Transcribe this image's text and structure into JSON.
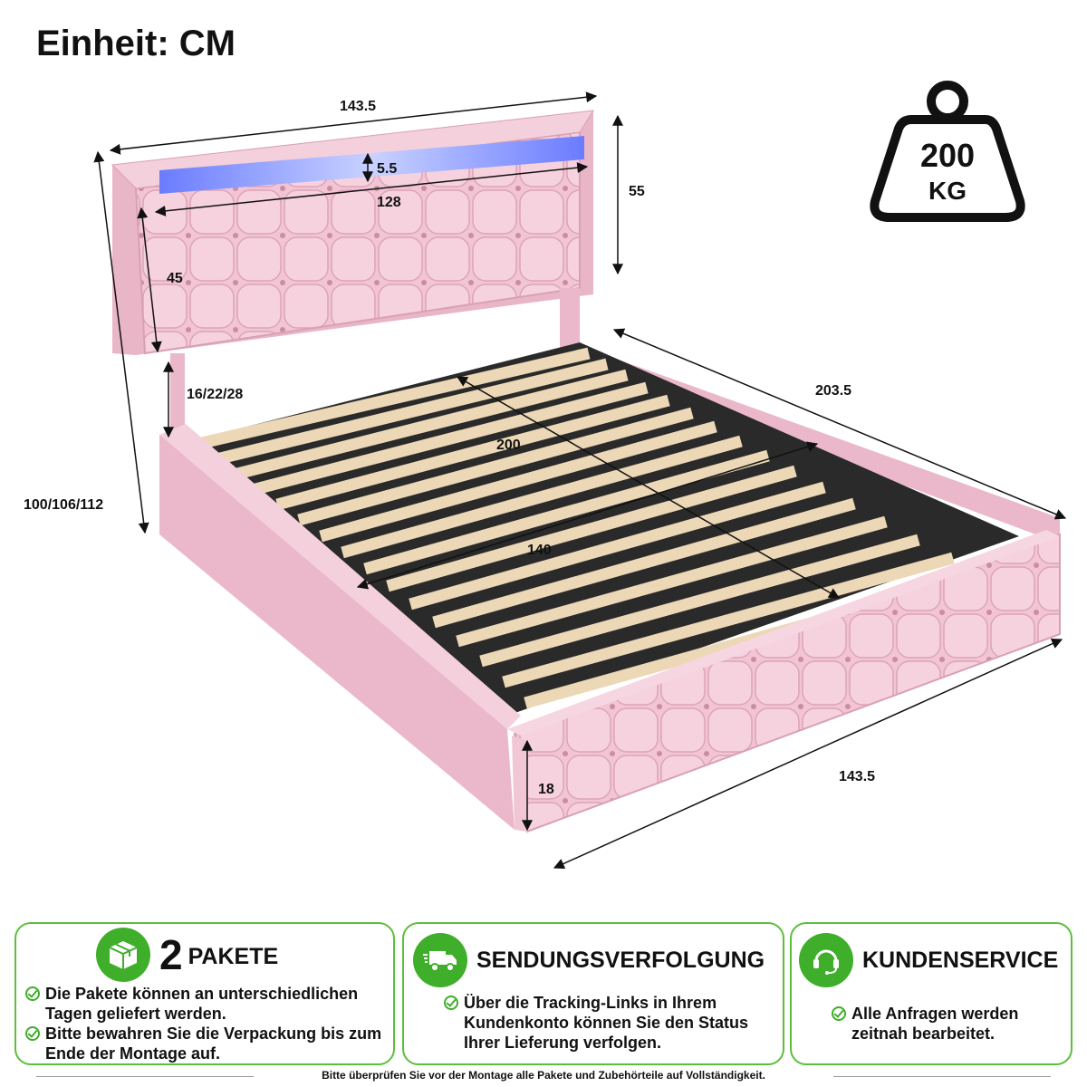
{
  "unit_label": "Einheit: CM",
  "dimensions": {
    "headboard_width": "143.5",
    "headboard_height": "55",
    "led_strip_height": "5.5",
    "led_strip_width": "128",
    "headboard_panel_height": "45",
    "leg_clearance": "16/22/28",
    "total_height": "100/106/112",
    "total_length": "203.5",
    "mattress_length": "200",
    "mattress_width": "140",
    "frame_height": "18",
    "footboard_width": "143.5"
  },
  "weight_badge": {
    "value": "200",
    "unit": "KG",
    "icon": "weight-icon"
  },
  "info_cards": [
    {
      "icon": "package-icon",
      "title_number": "2",
      "title": "PAKETE",
      "bullets": [
        "Die Pakete können an unterschiedlichen Tagen geliefert werden.",
        "Bitte bewahren Sie die Verpackung bis zum Ende der Montage auf."
      ]
    },
    {
      "icon": "delivery-truck-icon",
      "title": "SENDUNGSVERFOLGUNG",
      "bullets": [
        "Über die Tracking-Links in Ihrem Kundenkonto können Sie den Status Ihrer Lieferung verfolgen."
      ]
    },
    {
      "icon": "headset-icon",
      "title": "KUNDENSERVICE",
      "bullets": [
        "Alle Anfragen werden zeitnah bearbeitet."
      ]
    }
  ],
  "footer_note": "Bitte überprüfen Sie vor der Montage alle Pakete und Zubehörteile auf Vollständigkeit.",
  "colors": {
    "accent": "#3fae2a",
    "frame_pink": "#f2c4d4",
    "slat_wood": "#ecd8b6",
    "led_blue": "#7f95ff"
  }
}
